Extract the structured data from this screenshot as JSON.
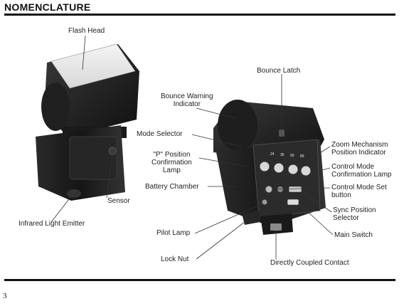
{
  "heading": "NOMENCLATURE",
  "page_number": "3",
  "labels": {
    "flash_head": "Flash Head",
    "bounce_latch": "Bounce Latch",
    "bounce_warning": "Bounce Warning\nIndicator",
    "mode_selector": "Mode Selector",
    "p_position": "\"P\" Position\nConfirmation\nLamp",
    "battery_chamber": "Battery Chamber",
    "sensor": "Sensor",
    "infrared": "Infrared Light Emitter",
    "pilot_lamp": "Pilot Lamp",
    "lock_nut": "Lock Nut",
    "directly_coupled": "Directly Coupled Contact",
    "zoom_mechanism": "Zoom Mechanism\nPosition Indicator",
    "control_mode": "Control Mode\nConfirmation Lamp",
    "control_set": "Control Mode Set\nbutton",
    "sync_selector": "Sync Position\nSelector",
    "main_switch": "Main Switch"
  },
  "panel_numbers": [
    "24",
    "35",
    "50",
    "85"
  ]
}
